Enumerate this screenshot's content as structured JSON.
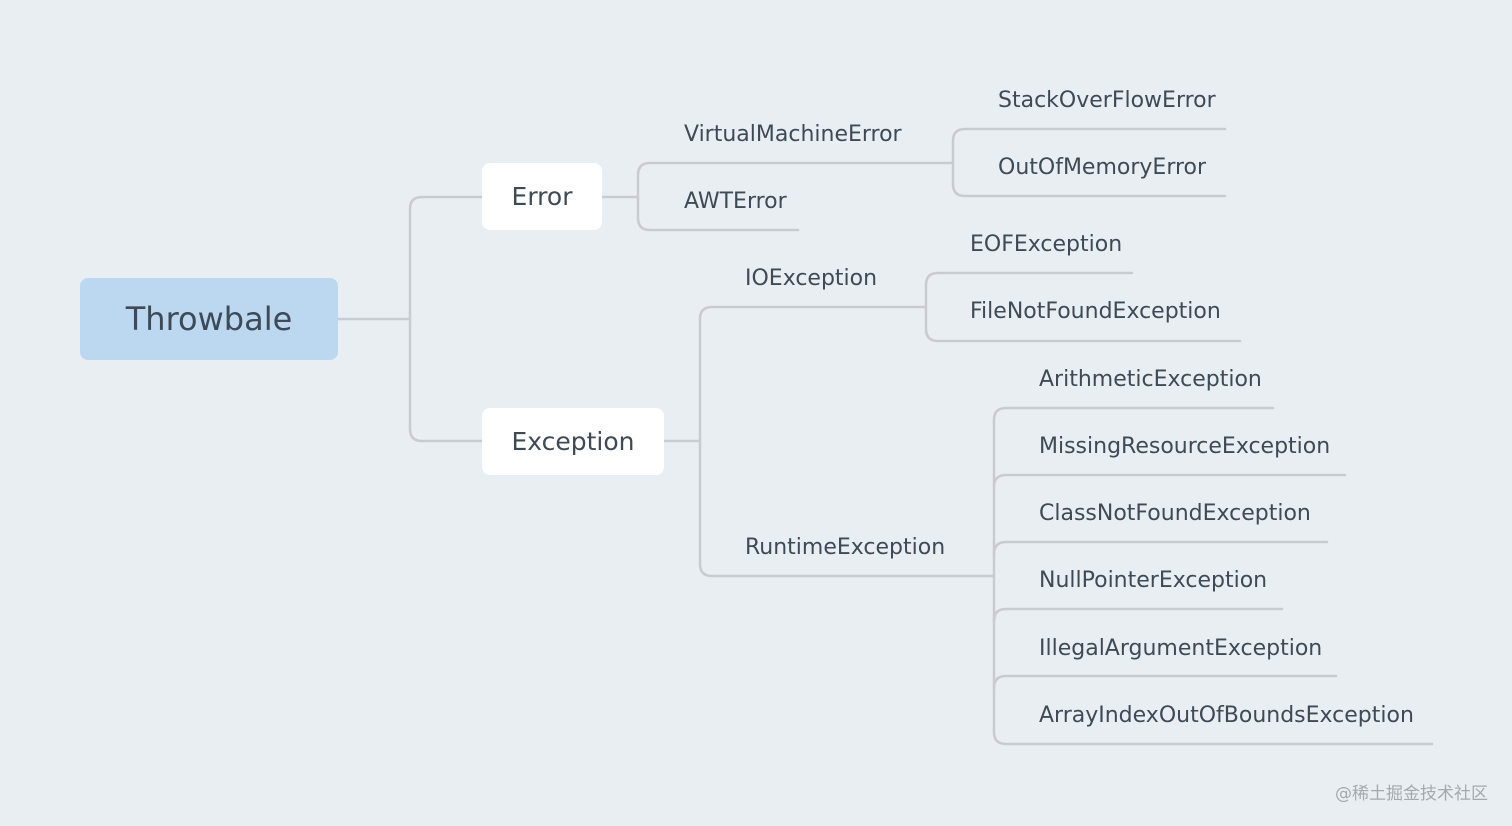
{
  "colors": {
    "background": "#e9eef2",
    "root_fill": "#bcd8f0",
    "node_fill": "#ffffff",
    "connector": "#c8cbcf",
    "text": "#3e4a56",
    "watermark": "#a4a9ae"
  },
  "root": {
    "label": "Throwbale"
  },
  "error": {
    "label": "Error",
    "children": {
      "virtual_machine_error": {
        "label": "VirtualMachineError",
        "children": [
          "StackOverFlowError",
          "OutOfMemoryError"
        ]
      },
      "awt_error": {
        "label": "AWTError"
      }
    }
  },
  "exception": {
    "label": "Exception",
    "children": {
      "io_exception": {
        "label": "IOException",
        "children": [
          "EOFException",
          "FileNotFoundException"
        ]
      },
      "runtime_exception": {
        "label": "RuntimeException",
        "children": [
          "ArithmeticException",
          "MissingResourceException",
          "ClassNotFoundException",
          "NullPointerException",
          "IllegalArgumentException",
          "ArrayIndexOutOfBoundsException"
        ]
      }
    }
  },
  "watermark": "@稀土掘金技术社区"
}
